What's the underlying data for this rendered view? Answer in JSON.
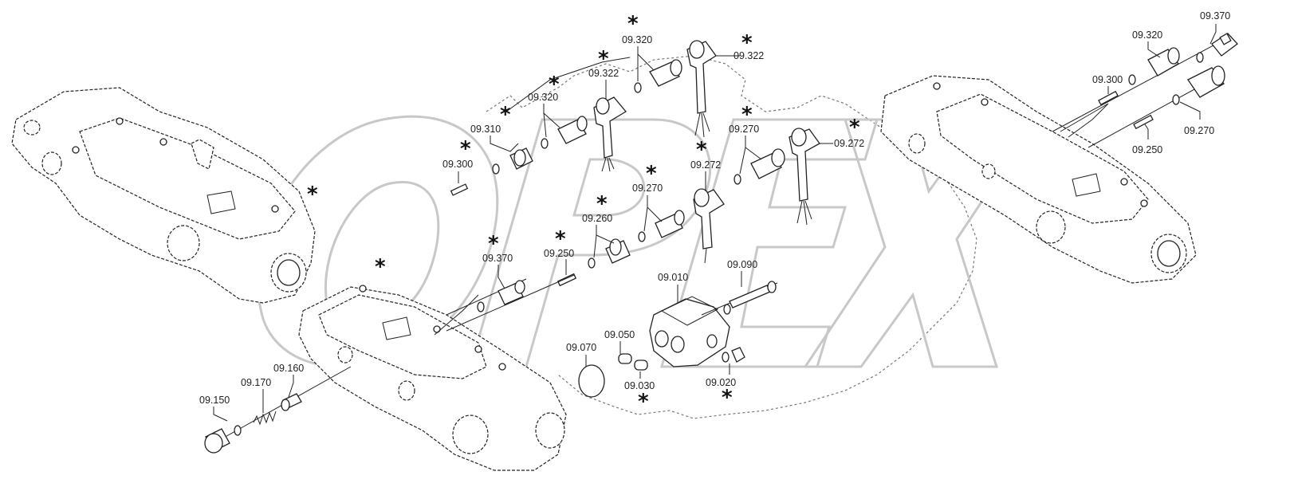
{
  "watermark": {
    "text": "OPEX",
    "corner_text": ""
  },
  "labels": {
    "l_09_370_right": "09.370",
    "l_09_320_right": "09.320",
    "l_09_300_right": "09.300",
    "l_09_270_right": "09.270",
    "l_09_250_right": "09.250",
    "l_09_320_top": "09.320",
    "l_09_322_mid": "09.322",
    "l_09_322_top": "09.322",
    "l_09_320_mid": "09.320",
    "l_09_310": "09.310",
    "l_09_300_mid": "09.300",
    "l_09_270_top": "09.270",
    "l_09_272_mid": "09.272",
    "l_09_272_top": "09.272",
    "l_09_270_mid": "09.270",
    "l_09_260": "09.260",
    "l_09_250_mid": "09.250",
    "l_09_370_mid": "09.370",
    "l_09_090": "09.090",
    "l_09_010": "09.010",
    "l_09_050": "09.050",
    "l_09_070": "09.070",
    "l_09_030": "09.030",
    "l_09_020": "09.020",
    "l_09_160": "09.160",
    "l_09_170": "09.170",
    "l_09_150": "09.150"
  },
  "marker_symbol": "*"
}
